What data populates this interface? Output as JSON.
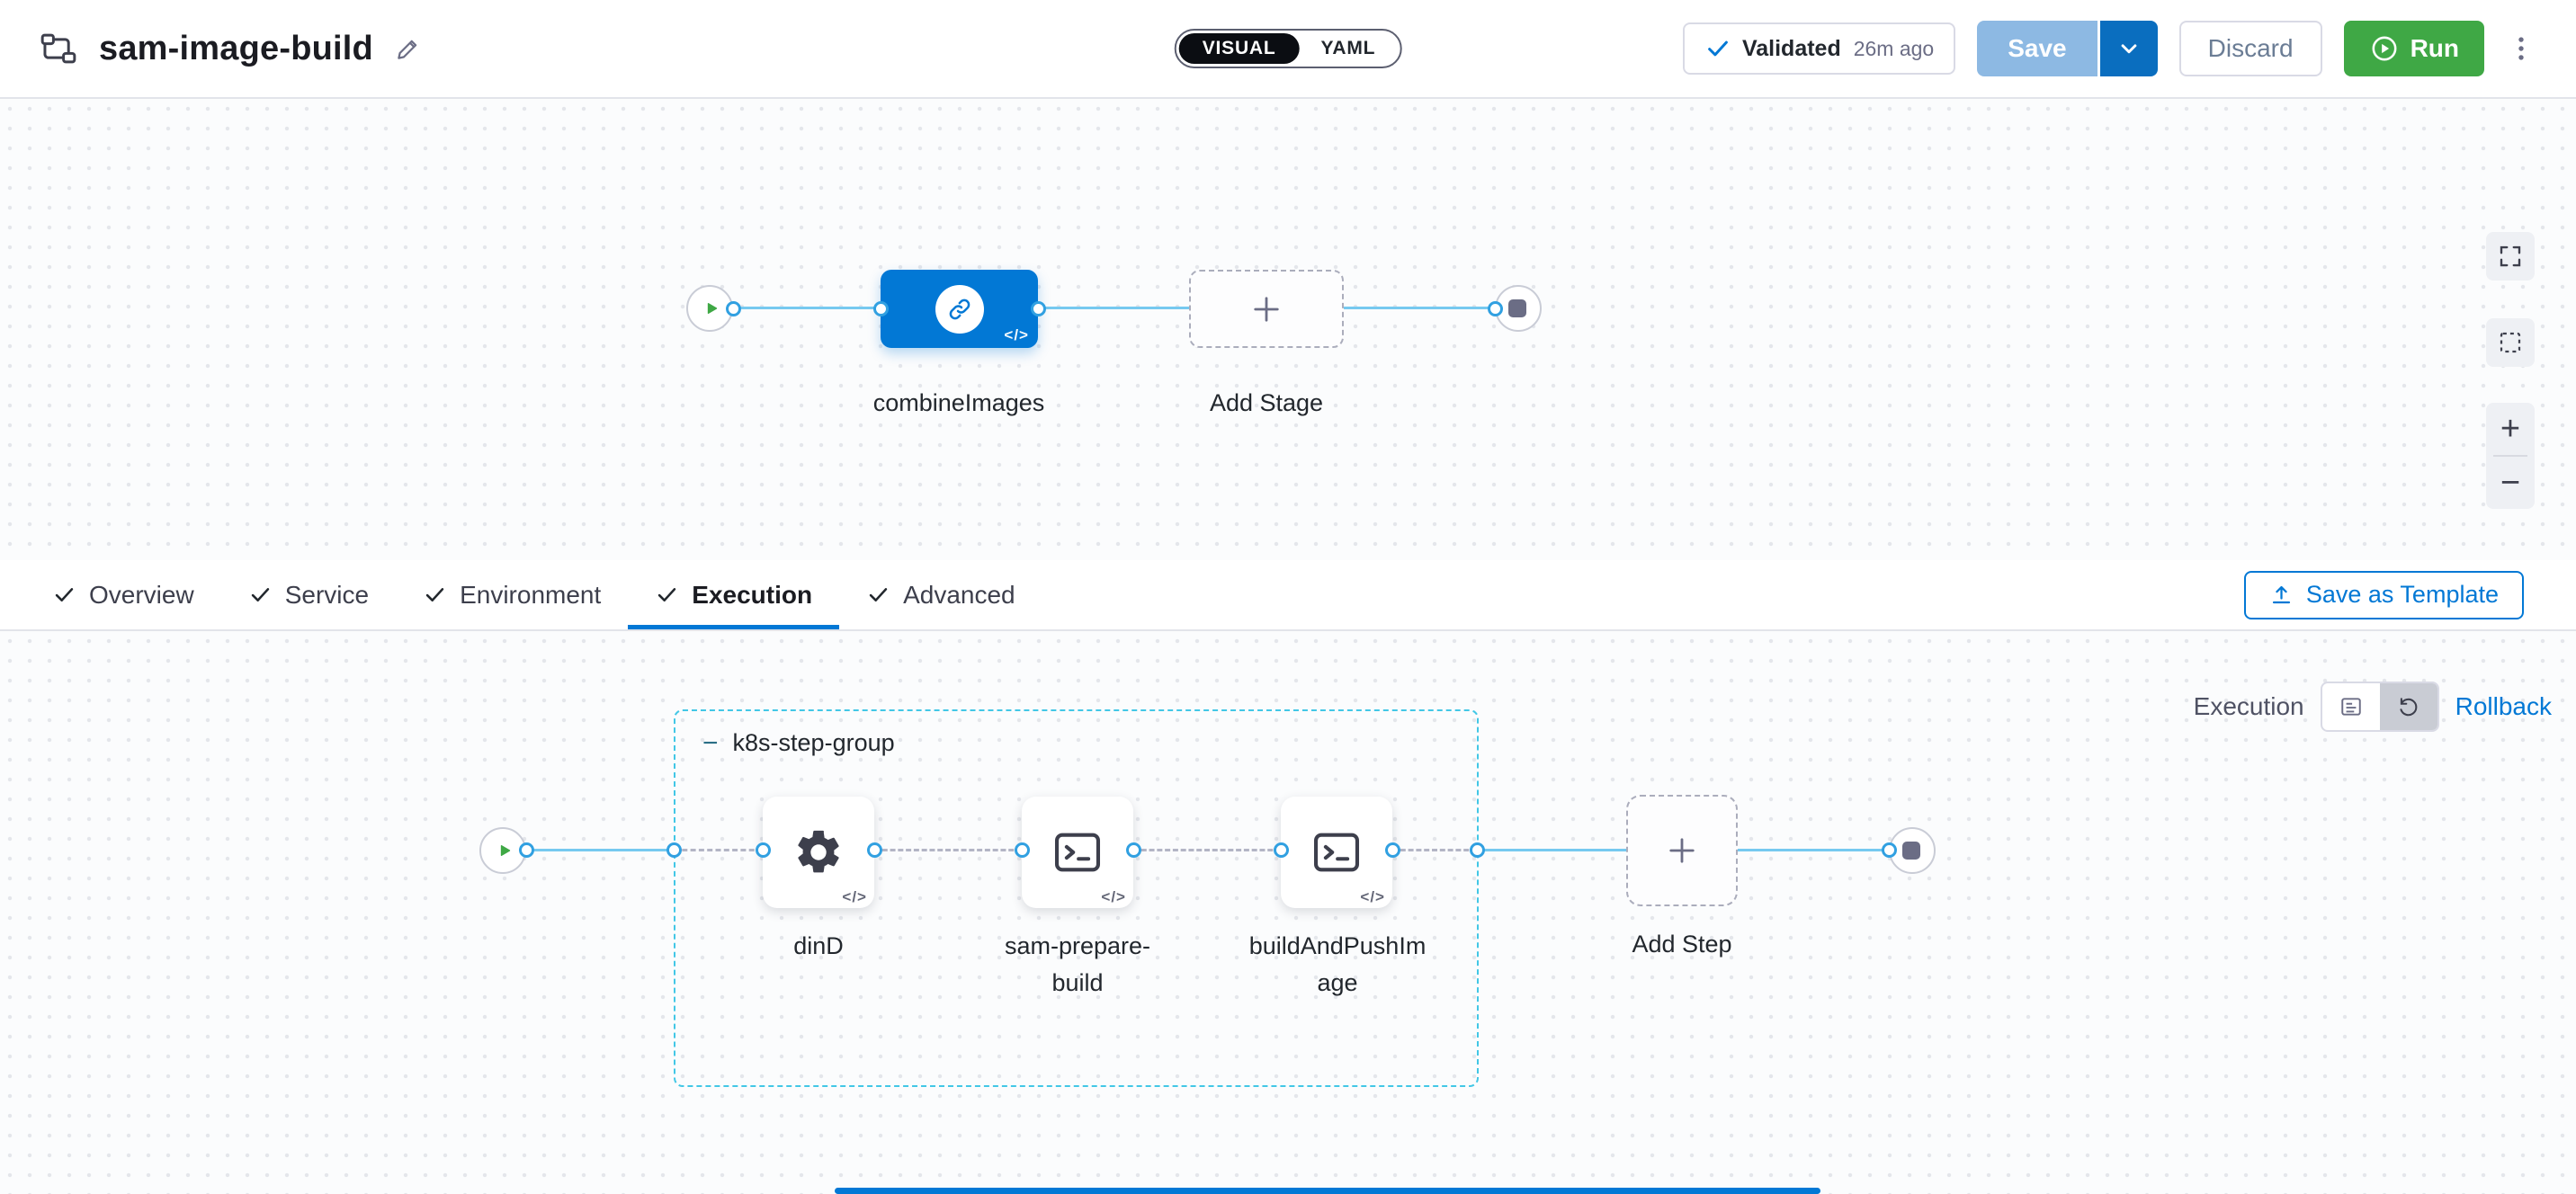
{
  "header": {
    "title": "sam-image-build",
    "mode_toggle": {
      "visual": "VISUAL",
      "yaml": "YAML"
    },
    "validated": {
      "label": "Validated",
      "time": "26m ago"
    },
    "buttons": {
      "save": "Save",
      "discard": "Discard",
      "run": "Run"
    }
  },
  "stage_canvas": {
    "stage": {
      "label": "combineImages",
      "code_badge": "</>"
    },
    "add_stage_label": "Add Stage",
    "controls": {
      "zoom_in": "+",
      "zoom_out": "−"
    }
  },
  "tabs": {
    "items": [
      {
        "label": "Overview"
      },
      {
        "label": "Service"
      },
      {
        "label": "Environment"
      },
      {
        "label": "Execution"
      },
      {
        "label": "Advanced"
      }
    ],
    "active": "Execution",
    "save_as_template_label": "Save as Template"
  },
  "execution": {
    "view_label": "Execution",
    "rollback_label": "Rollback",
    "group": {
      "collapse_glyph": "−",
      "label": "k8s-step-group"
    },
    "steps": [
      {
        "label": "dinD",
        "icon": "gear-icon",
        "code_badge": "</>"
      },
      {
        "label": "sam-prepare-build",
        "icon": "terminal-icon",
        "code_badge": "</>"
      },
      {
        "label": "buildAndPushImage",
        "icon": "terminal-icon",
        "code_badge": "</>"
      }
    ],
    "add_step_label": "Add Step"
  },
  "colors": {
    "accent_blue": "#0278d5",
    "run_green": "#3fa845",
    "edge_blue": "#76c9f0",
    "group_border": "#42c7e6",
    "save_disabled_blue": "#8db9e3"
  }
}
